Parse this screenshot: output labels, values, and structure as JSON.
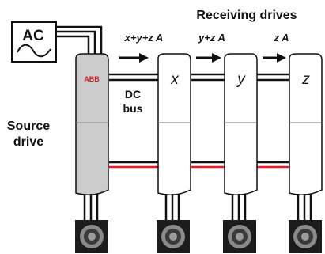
{
  "header": {
    "title": "Receiving drives"
  },
  "ac_source": {
    "label": "AC",
    "symbol": "sine-wave-icon"
  },
  "source_drive": {
    "label_line1": "Source",
    "label_line2": "drive",
    "brand": "ABB"
  },
  "dc_bus": {
    "label_line1": "DC",
    "label_line2": "bus"
  },
  "currents": [
    {
      "label": "x+y+z A"
    },
    {
      "label": "y+z A"
    },
    {
      "label": "z A"
    }
  ],
  "receiving_drives": [
    {
      "label": "x"
    },
    {
      "label": "y"
    },
    {
      "label": "z"
    }
  ],
  "colors": {
    "source_drive_fill": "#cccccc",
    "receiving_drive_fill": "#ffffff",
    "bus_red": "#e0201c",
    "brand_red": "#d21f1f",
    "motor_dark": "#1c1c1c",
    "motor_ring": "#8a8a8a"
  }
}
